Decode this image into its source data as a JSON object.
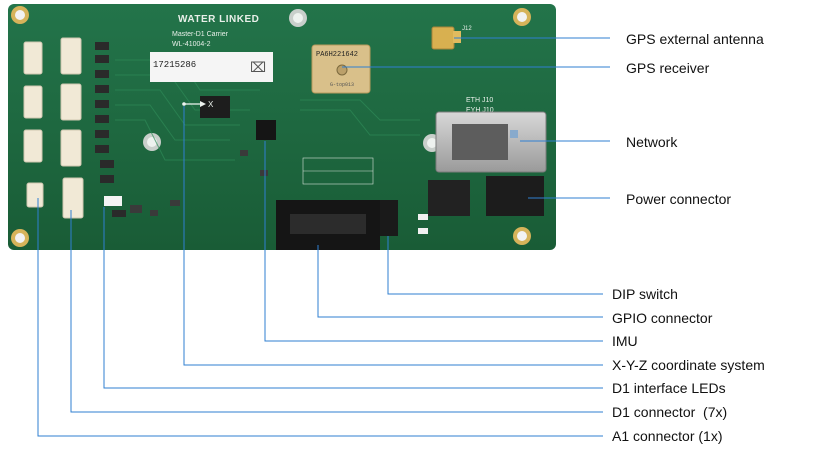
{
  "board": {
    "brand": "WATER LINKED",
    "product": "Master-D1 Carrier",
    "part_number": "WL-41004-2",
    "serial_number": "17215286",
    "gps_module_id": "PA6H221642",
    "gps_module_sub": "G-top013",
    "x_axis_label": "X",
    "eth_label_1": "ETH J10",
    "eth_label_2": "EYH J10",
    "antenna_ref": "J12"
  },
  "callouts": {
    "gps_external_antenna": "GPS external antenna",
    "gps_receiver": "GPS receiver",
    "network": "Network",
    "power_connector": "Power connector",
    "dip_switch": "DIP switch",
    "gpio_connector": "GPIO connector",
    "imu": "IMU",
    "xyz_coordinate_system": "X-Y-Z coordinate system",
    "d1_interface_leds": "D1 interface LEDs",
    "d1_connector": "D1 connector  (7x)",
    "a1_connector": "A1 connector (1x)"
  },
  "colors": {
    "pcb": "#1f6b3f",
    "leader": "#2f7fd1",
    "gold": "#c8a24a"
  }
}
